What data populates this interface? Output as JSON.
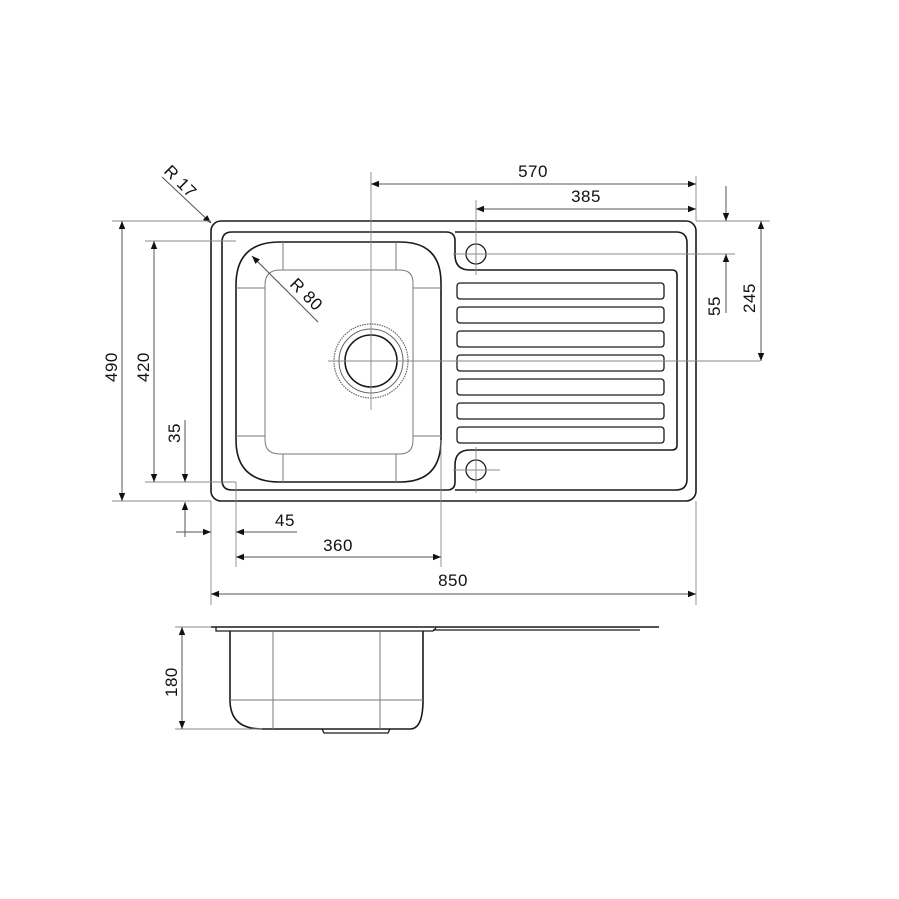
{
  "drawing": {
    "subject": "Kitchen sink with drainer — top view and side section",
    "colors": {
      "line": "#1a1a1a",
      "thin_line": "#7a7a7a",
      "background": "#ffffff"
    },
    "top_view": {
      "dimensions": {
        "corner_radius_outer": "R 17",
        "bowl_corner_radius": "R 80",
        "drain_center_to_right": "570",
        "tap_hole_to_right": "385",
        "tap_hole_from_top": "55",
        "drain_from_top": "245",
        "overall_depth": "490",
        "bowl_depth": "420",
        "bowl_offset_bottom": "35",
        "bowl_offset_left": "45",
        "bowl_width": "360",
        "overall_width": "850"
      },
      "drainer_ribs": 7,
      "tap_holes": 2
    },
    "side_view": {
      "dimensions": {
        "bowl_height": "180"
      }
    }
  }
}
